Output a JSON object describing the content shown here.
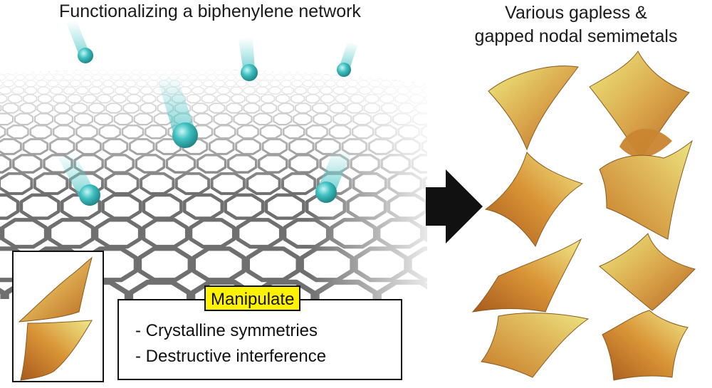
{
  "left_title": "Functionalizing a biphenylene network",
  "right_title": {
    "line1": "Various gapless &",
    "line2": "gapped nodal semimetals"
  },
  "manipulate": {
    "label": "Manipulate",
    "items": [
      "- Crystalline symmetries",
      "- Destructive interference"
    ]
  },
  "colors": {
    "lattice": "#6f6f6f",
    "adatom": "#3fc0c0",
    "arrow": "#111111",
    "highlight": "#fff200",
    "surface_warm": "#d78a2a",
    "surface_light": "#e9e87a"
  }
}
